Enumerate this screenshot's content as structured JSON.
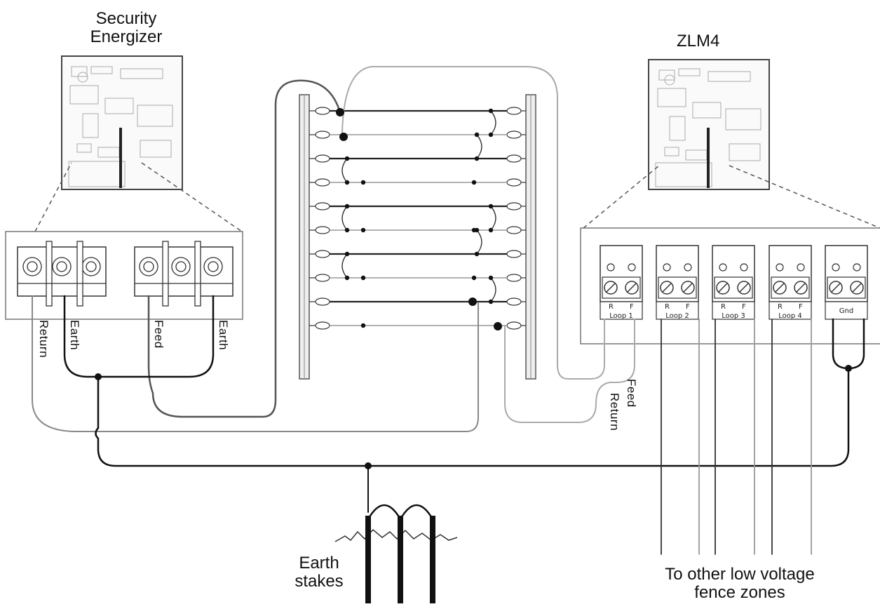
{
  "labels": {
    "energizer_line1": "Security",
    "energizer_line2": "Energizer",
    "zlm4": "ZLM4",
    "earth_stakes_line1": "Earth",
    "earth_stakes_line2": "stakes",
    "zones_line1": "To other low voltage",
    "zones_line2": "fence zones"
  },
  "energizer_terminals": {
    "return": "Return",
    "earth_left": "Earth",
    "feed": "Feed",
    "earth_right": "Earth"
  },
  "zlm4_wires": {
    "feed": "Feed",
    "return": "Return"
  },
  "zlm4_terminals": [
    {
      "r": "R",
      "f": "F",
      "name": "Loop 1"
    },
    {
      "r": "R",
      "f": "F",
      "name": "Loop 2"
    },
    {
      "r": "R",
      "f": "F",
      "name": "Loop 3"
    },
    {
      "r": "R",
      "f": "F",
      "name": "Loop 4"
    },
    {
      "r": "",
      "f": "",
      "name": "Gnd"
    }
  ]
}
